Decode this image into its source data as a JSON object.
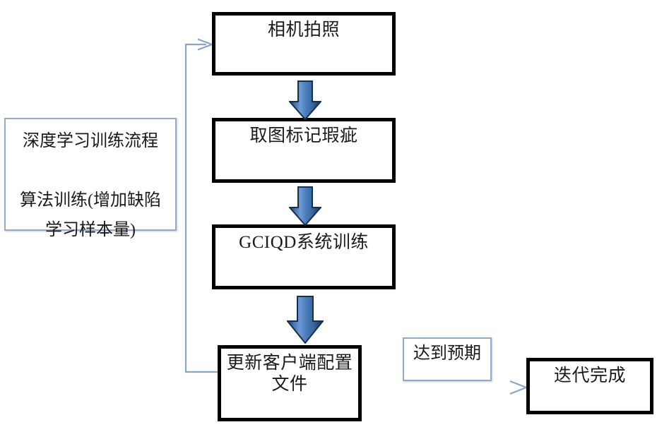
{
  "diagram": {
    "type": "flowchart",
    "title_note": "深度学习训练流程",
    "colors": {
      "box_border": "#000000",
      "note_border": "#93a9cd",
      "arrow_blue_light": "#5b8ac6",
      "arrow_blue_dark": "#1f3c5f",
      "connector_line": "#8aa4c8",
      "text": "#1a1a1a",
      "background": "#ffffff"
    },
    "side_note": {
      "line1": "深度学习训练流程",
      "line2": "算法训练(增加缺陷\n学习样本量)"
    },
    "nodes": [
      {
        "id": "capture",
        "label": "相机拍照"
      },
      {
        "id": "mark",
        "label": "取图标记瑕疵"
      },
      {
        "id": "train",
        "label": "GCIQD系统训练"
      },
      {
        "id": "update",
        "label": "更新客户端配置\n文件"
      },
      {
        "id": "expected",
        "label": "达到预期"
      },
      {
        "id": "done",
        "label": "迭代完成"
      }
    ],
    "block_arrows": [
      {
        "id": "arrow-capture-to-mark",
        "from": "capture",
        "to": "mark",
        "direction": "down"
      },
      {
        "id": "arrow-mark-to-train",
        "from": "mark",
        "to": "train",
        "direction": "down"
      },
      {
        "id": "arrow-train-to-update",
        "from": "train",
        "to": "update",
        "direction": "down"
      }
    ],
    "connectors": [
      {
        "id": "feedback-loop",
        "from": "update",
        "to": "capture",
        "style": "elbow-left",
        "arrowhead": "open"
      },
      {
        "id": "update-to-done",
        "from": "update",
        "to": "done",
        "style": "straight",
        "arrowhead": "open"
      }
    ]
  }
}
